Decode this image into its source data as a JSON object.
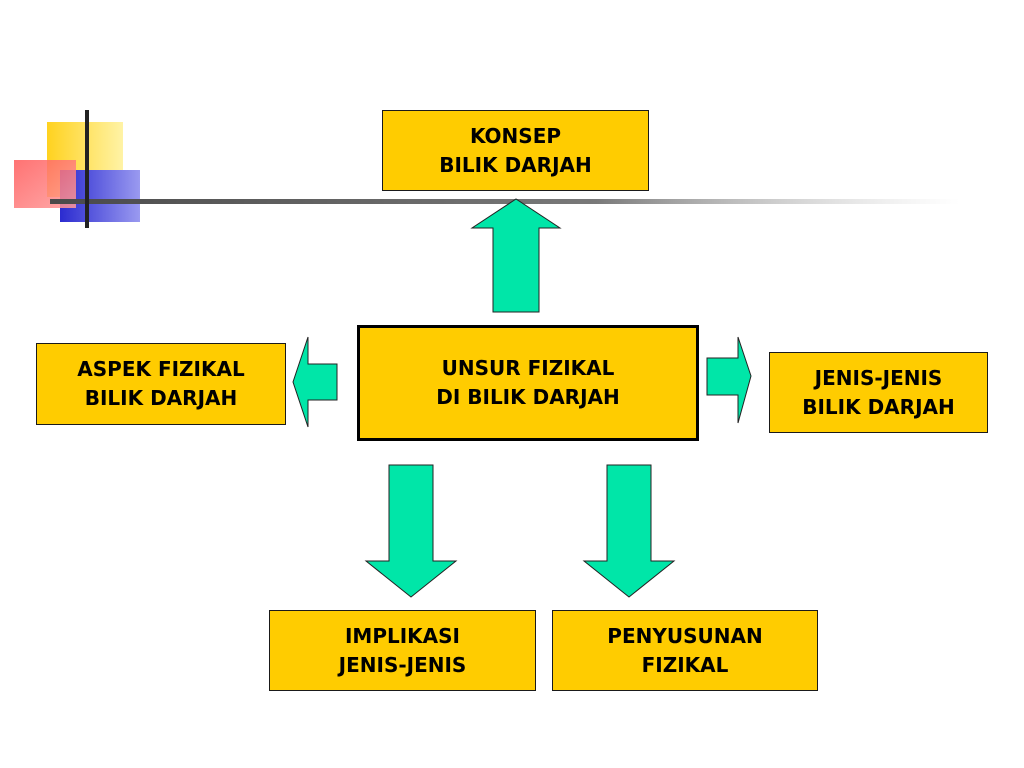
{
  "colors": {
    "box_fill": "#FFCC00",
    "arrow_fill": "#00E6A8",
    "outline": "#1A1A1A",
    "deco_yellow": "#FFE45C",
    "deco_red": "#FF6B6B",
    "deco_blue": "#3535D8",
    "deco_line": "#555555"
  },
  "nodes": {
    "center": {
      "lines": [
        "UNSUR FIZIKAL",
        "DI BILIK DARJAH"
      ]
    },
    "top": {
      "lines": [
        "KONSEP",
        "BILIK DARJAH"
      ]
    },
    "left": {
      "lines": [
        "ASPEK FIZIKAL",
        "BILIK DARJAH"
      ]
    },
    "right": {
      "lines": [
        "JENIS-JENIS",
        "BILIK DARJAH"
      ]
    },
    "bottom_left": {
      "lines": [
        "IMPLIKASI",
        "JENIS-JENIS"
      ]
    },
    "bottom_right": {
      "lines": [
        "PENYUSUNAN",
        "FIZIKAL"
      ]
    }
  },
  "arrows": [
    {
      "id": "arrow-up",
      "direction": "up",
      "from": "center",
      "to": "top"
    },
    {
      "id": "arrow-left",
      "direction": "left",
      "from": "center",
      "to": "left"
    },
    {
      "id": "arrow-right",
      "direction": "right",
      "from": "center",
      "to": "right"
    },
    {
      "id": "arrow-down-left",
      "direction": "down",
      "from": "center",
      "to": "bottom_left"
    },
    {
      "id": "arrow-down-right",
      "direction": "down",
      "from": "center",
      "to": "bottom_right"
    }
  ],
  "decoration": {
    "icon": "slide-corner-squares-icon"
  }
}
